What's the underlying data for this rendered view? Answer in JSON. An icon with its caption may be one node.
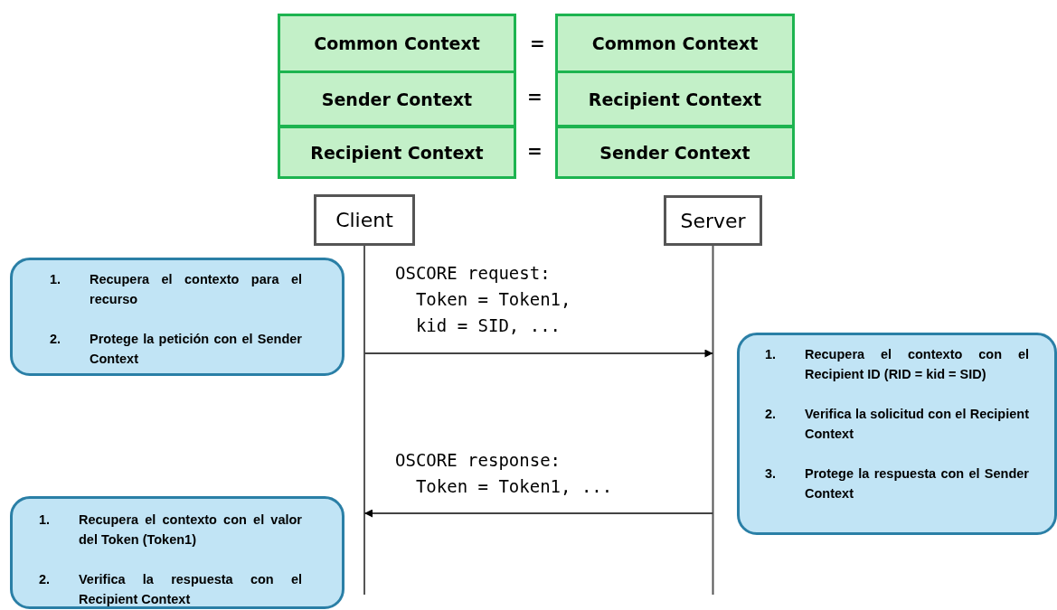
{
  "diagram": {
    "nodes": [
      {
        "text": [
          "Common Context"
        ]
      },
      {
        "text": [
          "Common Context"
        ]
      },
      {
        "text": [
          "Sender Context"
        ]
      },
      {
        "text": [
          "Recipient Context"
        ]
      },
      {
        "text": [
          "Recipient Context"
        ]
      },
      {
        "text": [
          "Sender Context"
        ]
      },
      {
        "text": [
          "Client"
        ]
      },
      {
        "text": [
          "Server"
        ]
      },
      {
        "text": [
          "1.",
          "Recupera el contexto para el recurso",
          "2.",
          "Protege la petición con el Sender Context"
        ]
      },
      {
        "text": [
          "1.",
          "Recupera el contexto con el Recipient ID (RID = kid = SID)",
          "2.",
          "Verifica la solicitud con el Recipient Context",
          "3.",
          "Protege la respuesta con el Sender Context"
        ]
      },
      {
        "text": [
          "1.",
          "Recupera el contexto con el valor del Token (Token1)",
          "2.",
          "Verifica la respuesta con el Recipient Context"
        ]
      }
    ],
    "edges": [
      {
        "from": 6,
        "to": 7,
        "arrow": "to",
        "label": "OSCORE request: Token = Token1, kid = SID, ..."
      },
      {
        "from": 7,
        "to": 6,
        "arrow": "to",
        "label": "OSCORE response: Token = Token1, ..."
      }
    ],
    "labels": [
      "=",
      "=",
      "="
    ]
  }
}
